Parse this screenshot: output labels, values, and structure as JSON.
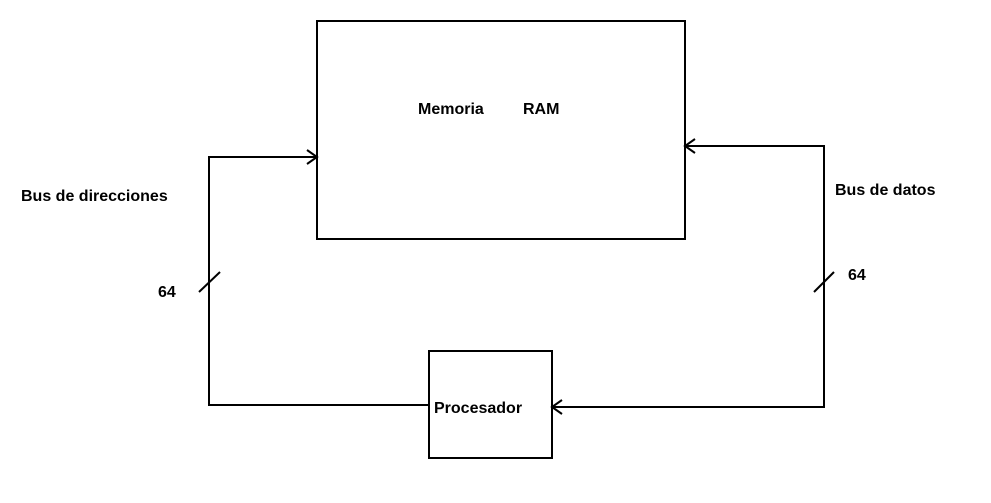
{
  "diagram": {
    "memory_label_1": "Memoria",
    "memory_label_2": "RAM",
    "processor_label": "Procesador",
    "address_bus_label": "Bus de direcciones",
    "data_bus_label": "Bus de datos",
    "address_bus_width": "64",
    "data_bus_width": "64",
    "colors": {
      "stroke": "#000000",
      "background": "#ffffff"
    }
  }
}
